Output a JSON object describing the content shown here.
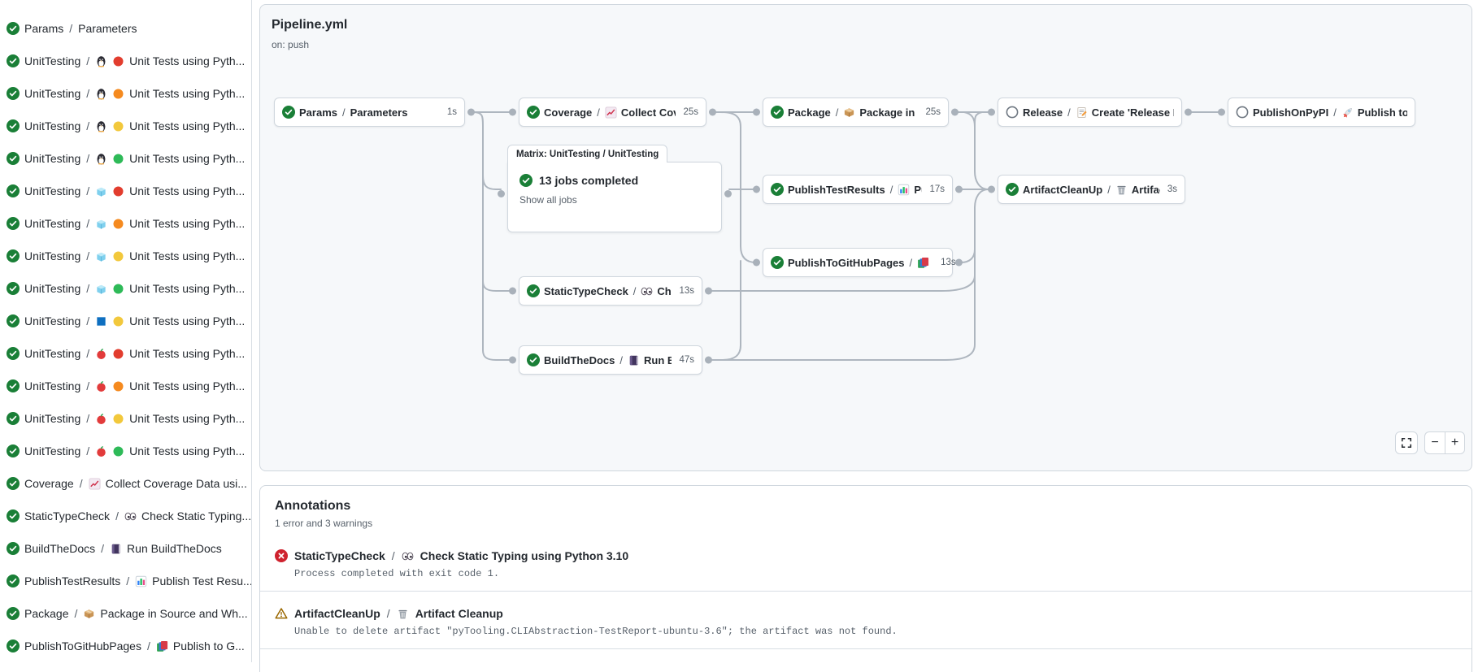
{
  "colors": {
    "success": "#1a7f37",
    "error": "#cf222e",
    "warning": "#9a6700",
    "skipped": "#6e7781",
    "edge": "#aeb6bf",
    "py_red": "#e23d2e",
    "py_orange": "#f58a1f",
    "py_yellow": "#f2c83c",
    "py_green": "#2eba58"
  },
  "sidebar": {
    "jobs": [
      {
        "status": "success",
        "name": "Params",
        "icons": [],
        "step": "Parameters"
      },
      {
        "status": "success",
        "name": "UnitTesting",
        "icons": [
          "penguin",
          "py-red"
        ],
        "step": "Unit Tests using Pyth..."
      },
      {
        "status": "success",
        "name": "UnitTesting",
        "icons": [
          "penguin",
          "py-orange"
        ],
        "step": "Unit Tests using Pyth..."
      },
      {
        "status": "success",
        "name": "UnitTesting",
        "icons": [
          "penguin",
          "py-yellow"
        ],
        "step": "Unit Tests using Pyth..."
      },
      {
        "status": "success",
        "name": "UnitTesting",
        "icons": [
          "penguin",
          "py-green"
        ],
        "step": "Unit Tests using Pyth..."
      },
      {
        "status": "success",
        "name": "UnitTesting",
        "icons": [
          "ice-cube",
          "py-red"
        ],
        "step": "Unit Tests using Pyth..."
      },
      {
        "status": "success",
        "name": "UnitTesting",
        "icons": [
          "ice-cube",
          "py-orange"
        ],
        "step": "Unit Tests using Pyth..."
      },
      {
        "status": "success",
        "name": "UnitTesting",
        "icons": [
          "ice-cube",
          "py-yellow"
        ],
        "step": "Unit Tests using Pyth..."
      },
      {
        "status": "success",
        "name": "UnitTesting",
        "icons": [
          "ice-cube",
          "py-green"
        ],
        "step": "Unit Tests using Pyth..."
      },
      {
        "status": "success",
        "name": "UnitTesting",
        "icons": [
          "windows",
          "py-yellow"
        ],
        "step": "Unit Tests using Pyth..."
      },
      {
        "status": "success",
        "name": "UnitTesting",
        "icons": [
          "apple",
          "py-red"
        ],
        "step": "Unit Tests using Pyth..."
      },
      {
        "status": "success",
        "name": "UnitTesting",
        "icons": [
          "apple",
          "py-orange"
        ],
        "step": "Unit Tests using Pyth..."
      },
      {
        "status": "success",
        "name": "UnitTesting",
        "icons": [
          "apple",
          "py-yellow"
        ],
        "step": "Unit Tests using Pyth..."
      },
      {
        "status": "success",
        "name": "UnitTesting",
        "icons": [
          "apple",
          "py-green"
        ],
        "step": "Unit Tests using Pyth..."
      },
      {
        "status": "success",
        "name": "Coverage",
        "icons": [
          "chart-increasing"
        ],
        "step": "Collect Coverage Data usi..."
      },
      {
        "status": "success",
        "name": "StaticTypeCheck",
        "icons": [
          "eyes"
        ],
        "step": "Check Static Typing..."
      },
      {
        "status": "success",
        "name": "BuildTheDocs",
        "icons": [
          "book"
        ],
        "step": "Run BuildTheDocs"
      },
      {
        "status": "success",
        "name": "PublishTestResults",
        "icons": [
          "bar-chart"
        ],
        "step": "Publish Test Resu..."
      },
      {
        "status": "success",
        "name": "Package",
        "icons": [
          "package"
        ],
        "step": "Package in Source and Wh..."
      },
      {
        "status": "success",
        "name": "PublishToGitHubPages",
        "icons": [
          "books"
        ],
        "step": "Publish to G..."
      }
    ]
  },
  "graph": {
    "title": "Pipeline.yml",
    "trigger": "on: push",
    "nodes": [
      {
        "id": "params",
        "status": "success",
        "name": "Params",
        "icon": null,
        "step": "Parameters",
        "duration": "1s"
      },
      {
        "id": "coverage",
        "status": "success",
        "name": "Coverage",
        "icon": "chart-increasing",
        "step": "Collect Cove...",
        "duration": "25s"
      },
      {
        "id": "package",
        "status": "success",
        "name": "Package",
        "icon": "package",
        "step": "Package in So...",
        "duration": "25s"
      },
      {
        "id": "release",
        "status": "skipped",
        "name": "Release",
        "icon": "memo",
        "step": "Create 'Release P...",
        "duration": ""
      },
      {
        "id": "publishonpypi",
        "status": "skipped",
        "name": "PublishOnPyPI",
        "icon": "rocket",
        "step": "Publish to ...",
        "duration": ""
      },
      {
        "id": "publishtestresults",
        "status": "success",
        "name": "PublishTestResults",
        "icon": "bar-chart",
        "step": "Pu...",
        "duration": "17s"
      },
      {
        "id": "artifactcleanup",
        "status": "success",
        "name": "ArtifactCleanUp",
        "icon": "wastebasket",
        "step": "Artifac...",
        "duration": "3s"
      },
      {
        "id": "publishtogithubpages",
        "status": "success",
        "name": "PublishToGitHubPages",
        "icon": "books",
        "step": "...",
        "duration": "13s"
      },
      {
        "id": "statictypecheck",
        "status": "success",
        "name": "StaticTypeCheck",
        "icon": "eyes",
        "step": "Chec...",
        "duration": "13s"
      },
      {
        "id": "buildthedocs",
        "status": "success",
        "name": "BuildTheDocs",
        "icon": "book",
        "step": "Run Buil...",
        "duration": "47s"
      }
    ],
    "matrix": {
      "tab": "Matrix: UnitTesting / UnitTesting",
      "status": "success",
      "summary": "13 jobs completed",
      "link": "Show all jobs"
    },
    "controls": {
      "zoom_out": "−",
      "zoom_in": "+"
    }
  },
  "annotations": {
    "title": "Annotations",
    "summary": "1 error and 3 warnings",
    "items": [
      {
        "severity": "error",
        "name": "StaticTypeCheck",
        "icon": "eyes",
        "step": "Check Static Typing using Python 3.10",
        "message": "Process completed with exit code 1."
      },
      {
        "severity": "warning",
        "name": "ArtifactCleanUp",
        "icon": "wastebasket",
        "step": "Artifact Cleanup",
        "message": "Unable to delete artifact \"pyTooling.CLIAbstraction-TestReport-ubuntu-3.6\"; the artifact was not found."
      }
    ]
  }
}
